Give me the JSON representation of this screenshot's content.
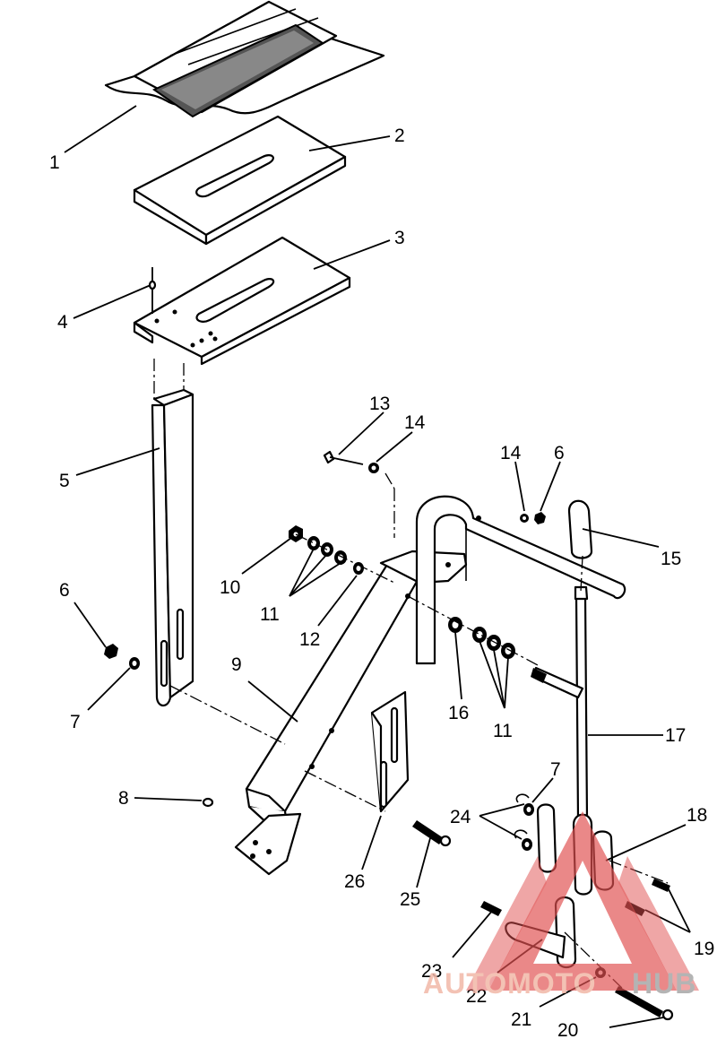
{
  "callouts": [
    {
      "id": "1",
      "label": "1"
    },
    {
      "id": "2",
      "label": "2"
    },
    {
      "id": "3",
      "label": "3"
    },
    {
      "id": "4",
      "label": "4"
    },
    {
      "id": "5",
      "label": "5"
    },
    {
      "id": "6a",
      "label": "6"
    },
    {
      "id": "7a",
      "label": "7"
    },
    {
      "id": "8",
      "label": "8"
    },
    {
      "id": "9",
      "label": "9"
    },
    {
      "id": "10",
      "label": "10"
    },
    {
      "id": "11a",
      "label": "11"
    },
    {
      "id": "12",
      "label": "12"
    },
    {
      "id": "13",
      "label": "13"
    },
    {
      "id": "14a",
      "label": "14"
    },
    {
      "id": "14b",
      "label": "14"
    },
    {
      "id": "6b",
      "label": "6"
    },
    {
      "id": "15",
      "label": "15"
    },
    {
      "id": "16",
      "label": "16"
    },
    {
      "id": "11b",
      "label": "11"
    },
    {
      "id": "17",
      "label": "17"
    },
    {
      "id": "7b",
      "label": "7"
    },
    {
      "id": "24",
      "label": "24"
    },
    {
      "id": "18",
      "label": "18"
    },
    {
      "id": "26",
      "label": "26"
    },
    {
      "id": "25",
      "label": "25"
    },
    {
      "id": "19",
      "label": "19"
    },
    {
      "id": "23",
      "label": "23"
    },
    {
      "id": "22",
      "label": "22"
    },
    {
      "id": "21",
      "label": "21"
    },
    {
      "id": "20",
      "label": "20"
    }
  ],
  "watermark": {
    "brand_part1": "AUTOMOTO",
    "brand_part2": "HUB",
    "color_part1": "#f2b8a8",
    "color_part2": "#a8a8a8",
    "triangle_color": "#e05050"
  }
}
